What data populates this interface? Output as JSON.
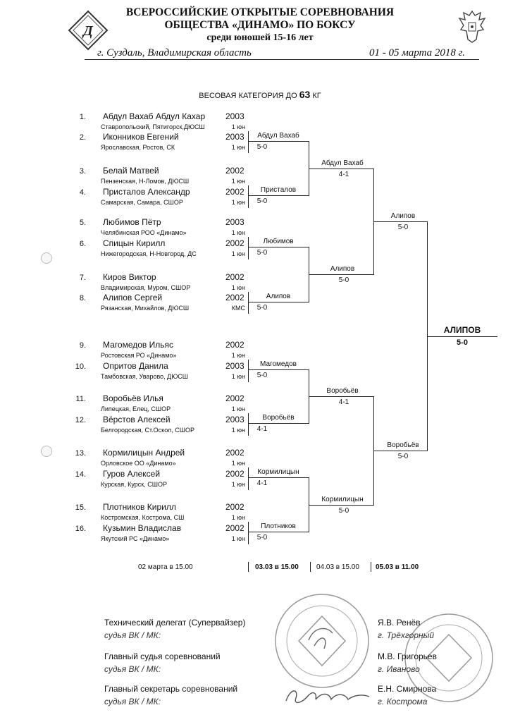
{
  "header": {
    "line1": "ВСЕРОССИЙСКИЕ ОТКРЫТЫЕ СОРЕВНОВАНИЯ",
    "line2": "ОБЩЕСТВА «ДИНАМО» ПО БОКСУ",
    "line3": "среди юношей 15-16 лет",
    "place": "г. Суздаль, Владимирская область",
    "dates": "01 - 05 марта 2018 г.",
    "logo_letter": "Д"
  },
  "weight": {
    "label": "ВЕСОВАЯ КАТЕГОРИЯ  ДО",
    "value": "63",
    "unit": "КГ"
  },
  "participants": [
    {
      "n": "1.",
      "name": "Абдул Вахаб Абдул Кахар",
      "club": "Ставропольский, Пятигорск,ДЮСШ",
      "year": "2003",
      "rank": "1 юн"
    },
    {
      "n": "2.",
      "name": "Иконников Евгений",
      "club": "Ярославская, Ростов, СК",
      "year": "2003",
      "rank": "1 юн"
    },
    {
      "n": "3.",
      "name": "Белай Матвей",
      "club": "Пензенская, Н-Ломов, ДЮСШ",
      "year": "2002",
      "rank": "1 юн"
    },
    {
      "n": "4.",
      "name": "Присталов Александр",
      "club": "Самарская, Самара, СШОР",
      "year": "2002",
      "rank": "1 юн"
    },
    {
      "n": "5.",
      "name": "Любимов Пётр",
      "club": "Челябинская РОО «Динамо»",
      "year": "2003",
      "rank": "1 юн"
    },
    {
      "n": "6.",
      "name": "Спицын Кирилл",
      "club": "Нижегородская, Н-Новгород, ДС",
      "year": "2002",
      "rank": "1 юн"
    },
    {
      "n": "7.",
      "name": "Киров Виктор",
      "club": "Владимирская, Муром, СШОР",
      "year": "2002",
      "rank": "1 юн"
    },
    {
      "n": "8.",
      "name": "Алипов Сергей",
      "club": "Рязанская, Михайлов, ДЮСШ",
      "year": "2002",
      "rank": "КМС"
    },
    {
      "n": "9.",
      "name": "Магомедов Ильяс",
      "club": "Ростовская РО «Динамо»",
      "year": "2002",
      "rank": "1 юн"
    },
    {
      "n": "10.",
      "name": "Опритов Данила",
      "club": "Тамбовская, Уварово, ДЮСШ",
      "year": "2003",
      "rank": "1 юн"
    },
    {
      "n": "11.",
      "name": "Воробьёв Илья",
      "club": "Липецкая, Елец, СШОР",
      "year": "2002",
      "rank": "1 юн"
    },
    {
      "n": "12.",
      "name": "Вёрстов Алексей",
      "club": "Белгородская, Ст.Оскол, СШОР",
      "year": "2003",
      "rank": "1 юн"
    },
    {
      "n": "13.",
      "name": "Кормилицын Андрей",
      "club": "Орловское ОО «Динамо»",
      "year": "2002",
      "rank": "1 юн"
    },
    {
      "n": "14.",
      "name": "Гуров Алексей",
      "club": "Курская, Курск, СШОР",
      "year": "2002",
      "rank": "1 юн"
    },
    {
      "n": "15.",
      "name": "Плотников Кирилл",
      "club": "Костромская, Кострома, СШ",
      "year": "2002",
      "rank": "1 юн"
    },
    {
      "n": "16.",
      "name": "Кузьмин Владислав",
      "club": "Якутский РС «Динамо»",
      "year": "2002",
      "rank": "1 юн"
    }
  ],
  "round1": [
    {
      "winner": "Абдул Вахаб",
      "score": "5-0"
    },
    {
      "winner": "Присталов",
      "score": "5-0"
    },
    {
      "winner": "Любимов",
      "score": "5-0"
    },
    {
      "winner": "Алипов",
      "score": "5-0"
    },
    {
      "winner": "Магомедов",
      "score": "5-0"
    },
    {
      "winner": "Воробьёв",
      "score": "4-1"
    },
    {
      "winner": "Кормилицын",
      "score": "4-1"
    },
    {
      "winner": "Плотников",
      "score": "5-0"
    }
  ],
  "round2": [
    {
      "winner": "Абдул Вахаб",
      "score": "4-1"
    },
    {
      "winner": "Алипов",
      "score": "5-0"
    },
    {
      "winner": "Воробьёв",
      "score": "4-1"
    },
    {
      "winner": "Кормилицын",
      "score": "5-0"
    }
  ],
  "round3": [
    {
      "winner": "Алипов",
      "score": "5-0"
    },
    {
      "winner": "Воробьёв",
      "score": "5-0"
    }
  ],
  "final": {
    "winner": "АЛИПОВ",
    "score": "5-0"
  },
  "schedule": [
    {
      "text": "02 марта  в 15.00"
    },
    {
      "text": "03.03  в 15.00"
    },
    {
      "text": "04.03  в 15.00"
    },
    {
      "text": "05.03  в 11.00"
    }
  ],
  "signatures": [
    {
      "role": "Технический делегат (Супервайзер)",
      "sub": "судья ВК / МК:",
      "name": "Я.В. Ренёв",
      "city": "г. Трёхгорный"
    },
    {
      "role": "Главный судья соревнований",
      "sub": "судья ВК / МК:",
      "name": "М.В. Григорьев",
      "city": "г. Иваново"
    },
    {
      "role": "Главный секретарь соревнований",
      "sub": "судья ВК / МК:",
      "name": "Е.Н. Смирнова",
      "city": "г. Кострома"
    }
  ]
}
